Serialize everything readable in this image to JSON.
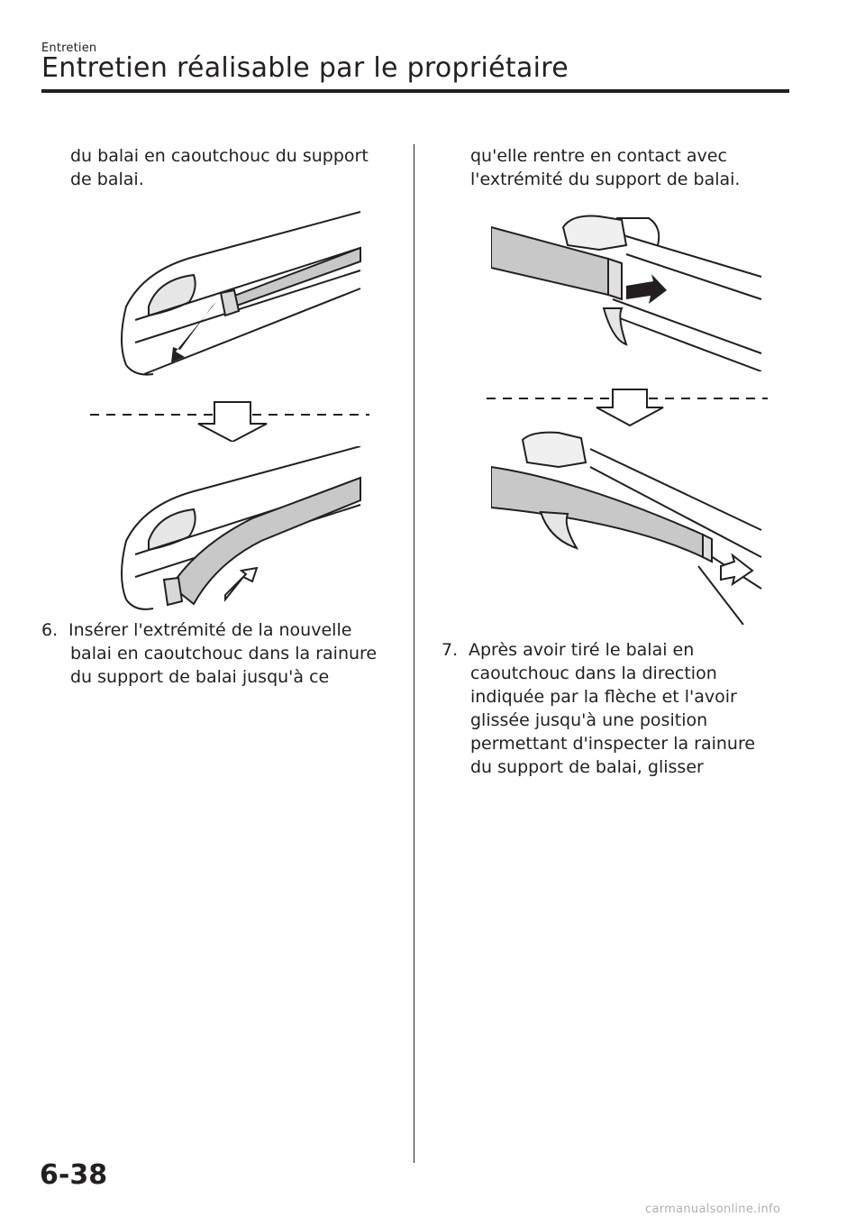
{
  "header": {
    "section": "Entretien",
    "title": "Entretien réalisable par le propriétaire"
  },
  "left_column": {
    "continuation": [
      "du balai en caoutchouc du support",
      "de balai."
    ],
    "step6": {
      "number": "6.",
      "lines": [
        "Insérer l'extrémité de la nouvelle",
        "balai en caoutchouc dans la rainure",
        "du support de balai jusqu'à ce"
      ]
    }
  },
  "right_column": {
    "continuation": [
      "qu'elle rentre en contact avec",
      "l'extrémité du support de balai."
    ],
    "step7": {
      "number": "7.",
      "lines": [
        "Après avoir tiré le balai en",
        "caoutchouc dans la direction",
        "indiquée par la flèche et l'avoir",
        "glissée jusqu'à une position",
        "permettant d'inspecter la rainure",
        "du support de balai, glisser"
      ]
    }
  },
  "footer": {
    "page_number": "6-38",
    "watermark": "carmanualsonline.info"
  }
}
